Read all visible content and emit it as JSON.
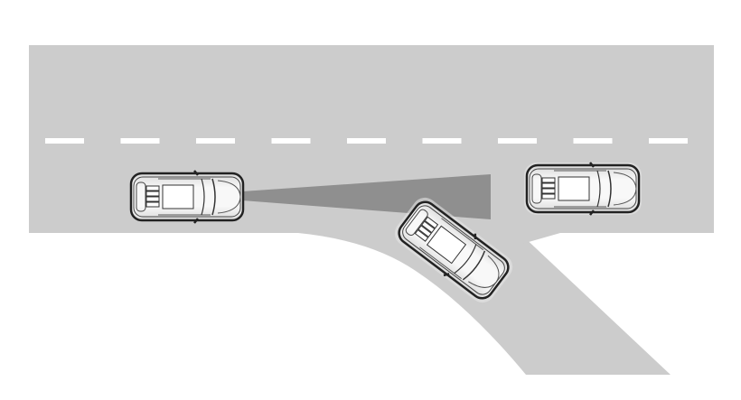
{
  "colors": {
    "background": "#ffffff",
    "road": "#cccccc",
    "lane_marking": "#ffffff",
    "headlight_beam": "#8f8f8f",
    "car_body": "#f2f2f2",
    "car_outline": "#222222"
  },
  "scene": {
    "vehicles": [
      {
        "role": "turning-car-with-headlights",
        "heading_deg": 0
      },
      {
        "role": "car-entering-side-road",
        "heading_deg": 37
      },
      {
        "role": "car-ahead-on-main-road",
        "heading_deg": 0
      }
    ]
  }
}
